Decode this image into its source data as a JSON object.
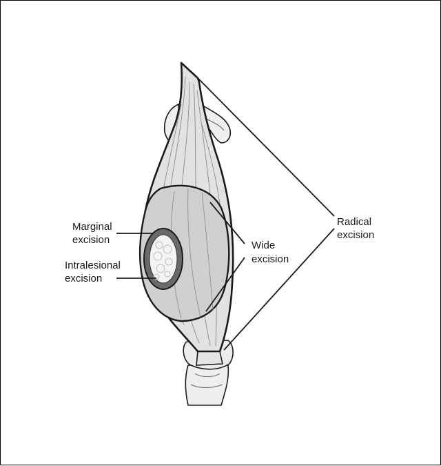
{
  "labels": {
    "marginal": [
      "Marginal",
      "excision"
    ],
    "intralesional": [
      "Intralesional",
      "excision"
    ],
    "wide": [
      "Wide",
      "excision"
    ],
    "radical": [
      "Radical",
      "excision"
    ]
  },
  "colors": {
    "muscle_fill": "#e2e2e2",
    "wide_zone_fill": "#d0d0d0",
    "tumor_capsule": "#6a6a6a",
    "tumor_fill": "#f4f4f4",
    "bone_fill": "#efefef",
    "outline": "#1a1a1a"
  }
}
